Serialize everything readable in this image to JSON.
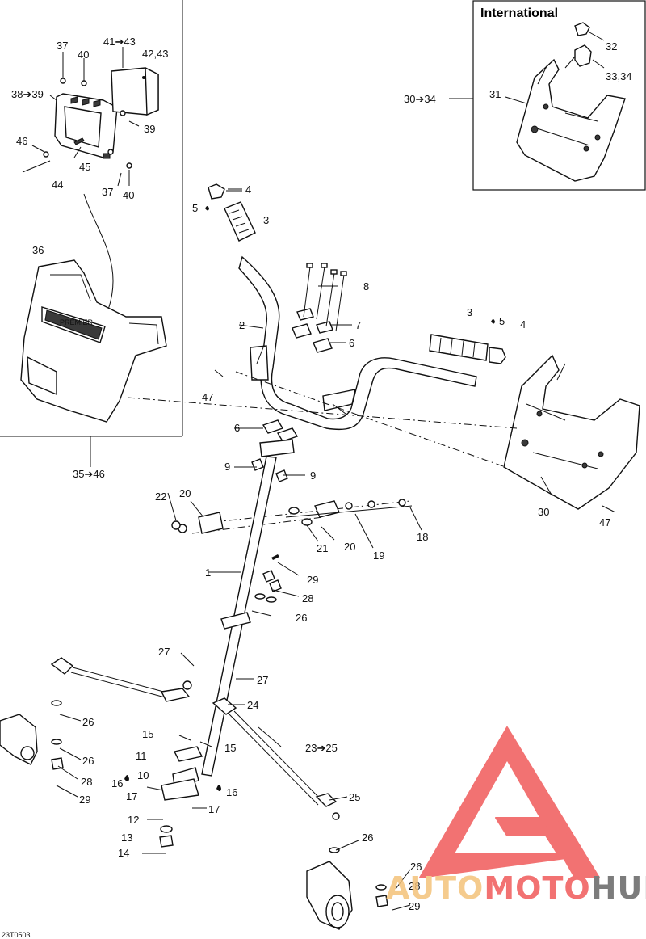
{
  "inset_title": "International",
  "diagram_code": "23T0503",
  "watermark": {
    "part1": "AUTO",
    "part2": "MOTO",
    "part3": "HUB",
    "colors": {
      "logo": "#f05a5a",
      "part1": "#f4c27a",
      "part2": "#f05a5a",
      "part3": "#666666"
    }
  },
  "callouts": {
    "c37a": "37",
    "c40a": "40",
    "c41_43": "41➔43",
    "c42_43": "42,43",
    "c38_39": "38➔39",
    "c39": "39",
    "c46": "46",
    "c45": "45",
    "c44": "44",
    "c37b": "37",
    "c40b": "40",
    "c36": "36",
    "c35_46": "35➔46",
    "c32": "32",
    "c33_34": "33,34",
    "c31": "31",
    "c30_34": "30➔34",
    "c4a": "4",
    "c5a": "5",
    "c3a": "3",
    "c8": "8",
    "c2": "2",
    "c7": "7",
    "c6a": "6",
    "c3b": "3",
    "c5b": "5",
    "c4b": "4",
    "c47a": "47",
    "c6b": "6",
    "c9a": "9",
    "c9b": "9",
    "c30": "30",
    "c47b": "47",
    "c22": "22",
    "c20a": "20",
    "c20b": "20",
    "c21": "21",
    "c19": "19",
    "c18": "18",
    "c1": "1",
    "c29a": "29",
    "c28a": "28",
    "c26a": "26",
    "c27a": "27",
    "c27b": "27",
    "c24": "24",
    "c26b": "26",
    "c26c": "26",
    "c28b": "28",
    "c29b": "29",
    "c15a": "15",
    "c15b": "15",
    "c23_25": "23➔25",
    "c11": "11",
    "c10": "10",
    "c16a": "16",
    "c16b": "16",
    "c17a": "17",
    "c17b": "17",
    "c25": "25",
    "c12": "12",
    "c13": "13",
    "c14": "14",
    "c26d": "26",
    "c26e": "26",
    "c28c": "28",
    "c29c": "29"
  }
}
